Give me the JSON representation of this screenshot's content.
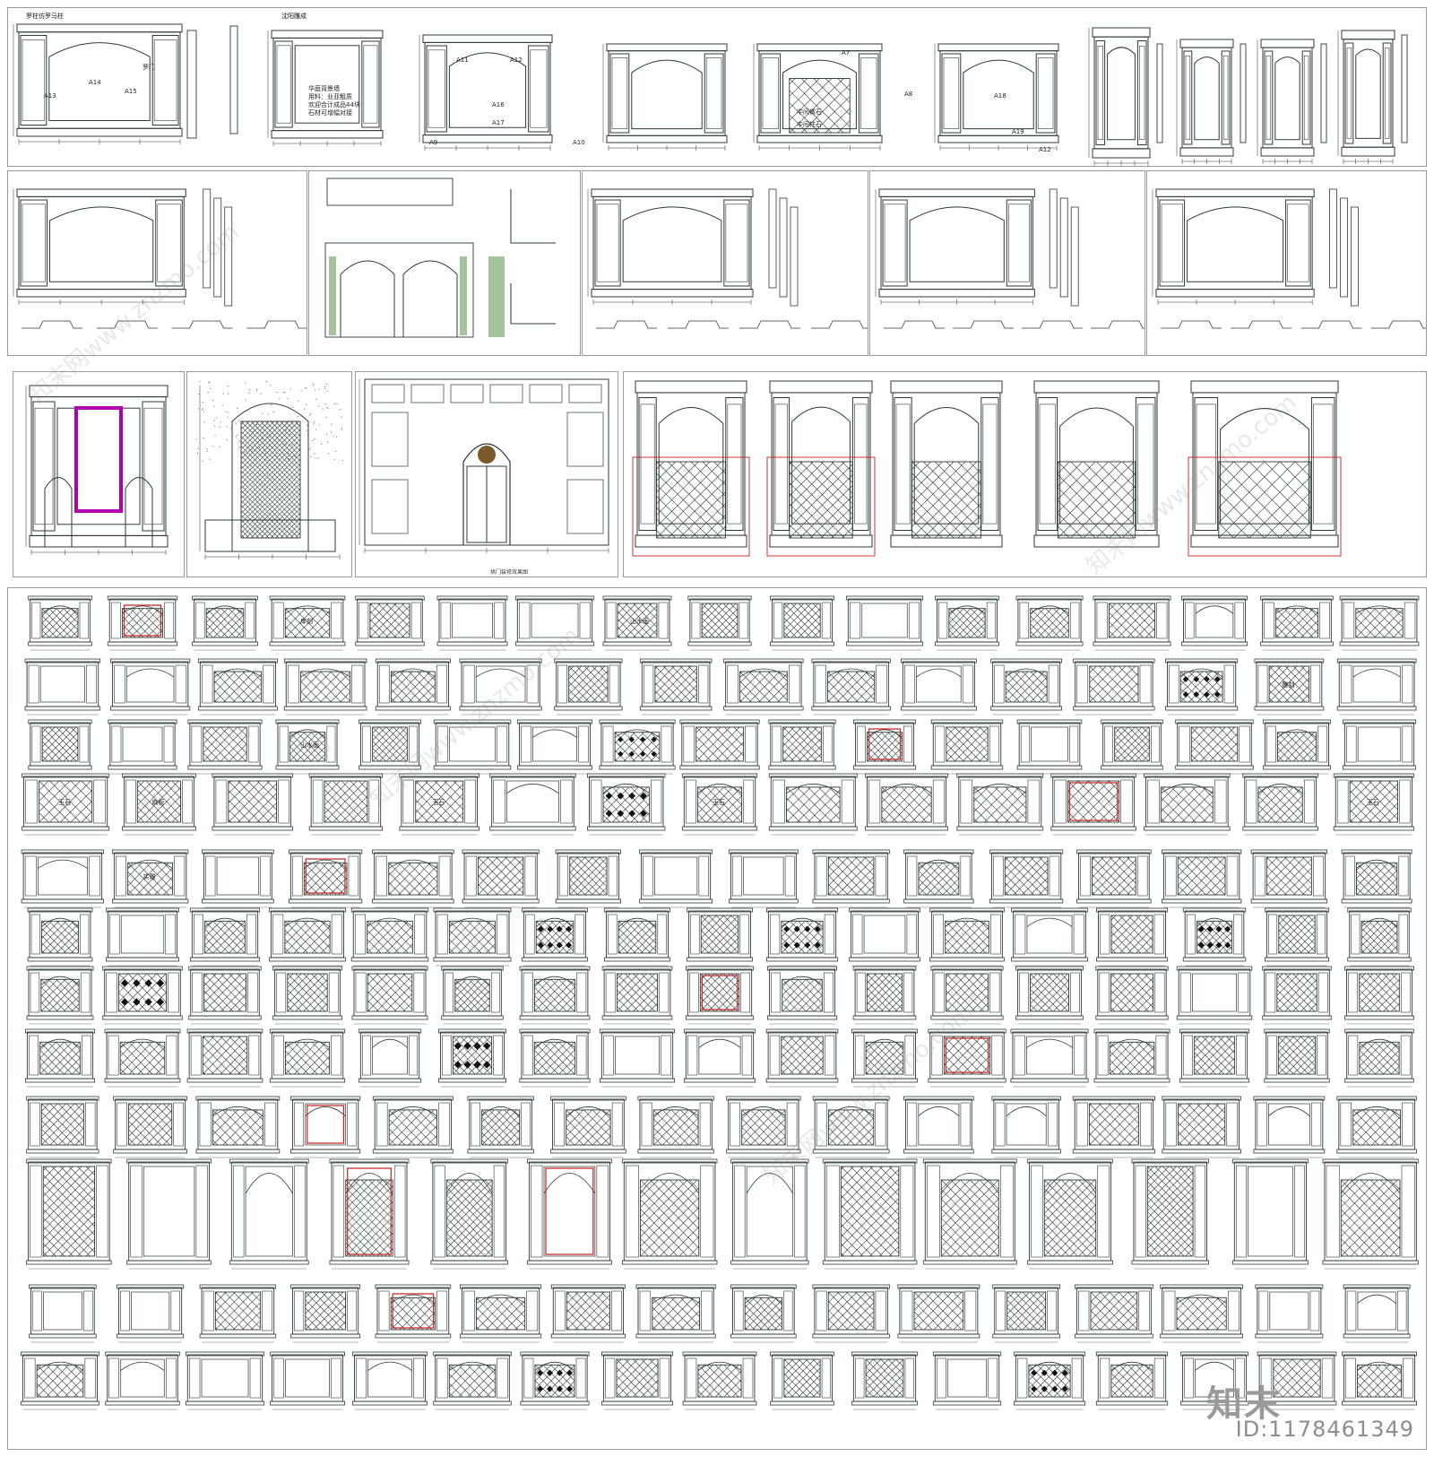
{
  "colors": {
    "line": "#2b3a36",
    "red": "#c81e1e",
    "magenta": "#b000b0",
    "panel_border": "#9a9a9a"
  },
  "row1": {
    "titles": [
      "罗柱仿罗马柱",
      "沈阳雕成",
      "",
      "",
      "",
      "",
      ""
    ],
    "text_fragments": [
      "罗门",
      "A14",
      "A15",
      "A13",
      "A11",
      "A12",
      "A16",
      "A17",
      "A7",
      "A9",
      "A10",
      "A18",
      "A19",
      "A12",
      "A8",
      "中间做石",
      "中间柱石"
    ],
    "note_lines": [
      "华庭背景墙",
      "用料：业亚粗质",
      "欢迎合计成品44块",
      "石材可增幅对接"
    ]
  },
  "row3": {
    "caption": "拱门装修效果图"
  },
  "grid": {
    "cell_texts": [
      "扉刻",
      "山水画",
      "雕刻",
      "山水画",
      "玉石",
      "扇板",
      "玉石",
      "玉石",
      "玉石",
      "实雕"
    ]
  },
  "watermark": {
    "logo_text": "知末",
    "id_text": "ID:1178461349",
    "site_text": "知末网www.znzmo.com"
  }
}
